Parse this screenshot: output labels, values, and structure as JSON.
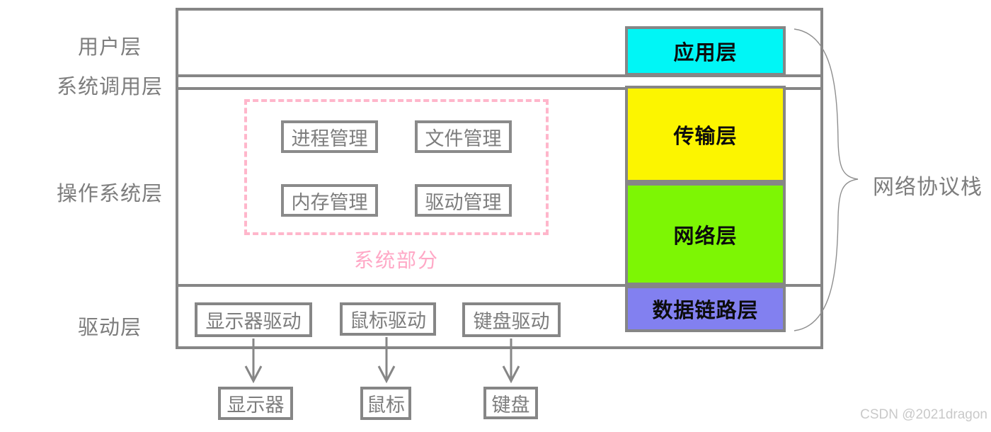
{
  "diagram": {
    "left_labels": {
      "user": "用户层",
      "syscall": "系统调用层",
      "os": "操作系统层",
      "driver": "驱动层"
    },
    "kernel": {
      "group_label": "系统部分",
      "modules": [
        "进程管理",
        "文件管理",
        "内存管理",
        "驱动管理"
      ]
    },
    "network_stack": {
      "brace_label": "网络协议栈",
      "layers": [
        {
          "label": "应用层",
          "color": "#00f6f6"
        },
        {
          "label": "传输层",
          "color": "#fcf500"
        },
        {
          "label": "网络层",
          "color": "#7df604"
        },
        {
          "label": "数据链路层",
          "color": "#8280f0"
        }
      ]
    },
    "drivers": [
      "显示器驱动",
      "鼠标驱动",
      "键盘驱动"
    ],
    "devices": [
      "显示器",
      "鼠标",
      "键盘"
    ],
    "watermark": "CSDN @2021dragon",
    "colors": {
      "border_gray": "#868686",
      "text_gray": "#7d7d7d",
      "pink_border": "#ffb6cb",
      "pink_text": "#ffa8c6"
    }
  }
}
